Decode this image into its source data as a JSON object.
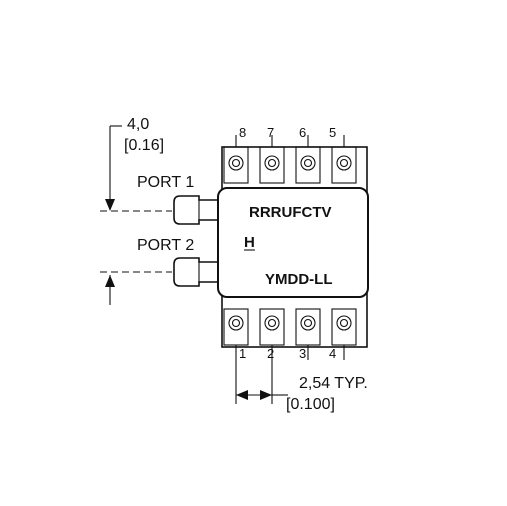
{
  "dimensions": {
    "port_spacing": {
      "mm": "4,0",
      "in": "[0.16]"
    },
    "pin_pitch": {
      "mm": "2,54 TYP.",
      "in": "[0.100]"
    }
  },
  "ports": {
    "port1": "PORT 1",
    "port2": "PORT 2"
  },
  "marking": {
    "line1": "RRRUFCTV",
    "line2": "H",
    "line3": "YMDD-LL"
  },
  "pins": {
    "top": [
      "8",
      "7",
      "6",
      "5"
    ],
    "bottom": [
      "1",
      "2",
      "3",
      "4"
    ]
  }
}
